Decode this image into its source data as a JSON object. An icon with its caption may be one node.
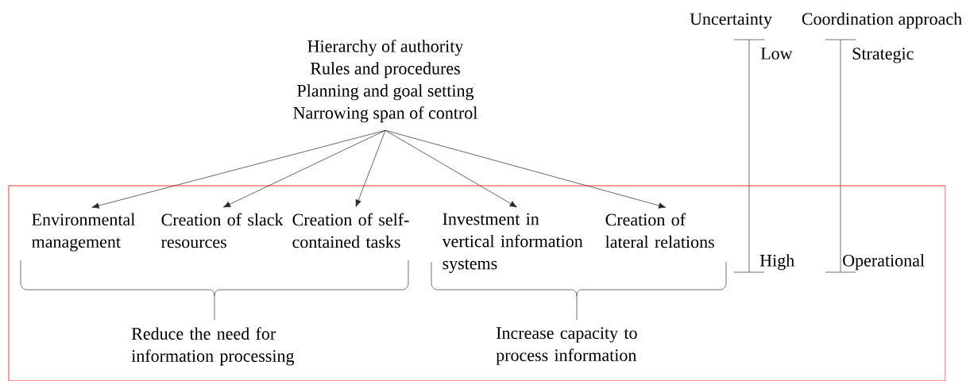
{
  "diagram": {
    "nodes": [
      {
        "text": [],
        "shape": "box"
      },
      {
        "text": [
          "Hierarchy of authority",
          "Rules and procedures",
          "Planning and goal setting",
          "Narrowing span of control"
        ]
      },
      {
        "text": [
          "Environmental management"
        ],
        "in": 0
      },
      {
        "text": [
          "Creation of slack resources"
        ],
        "in": 0
      },
      {
        "text": [
          "Creation of self-contained tasks"
        ],
        "in": 0
      },
      {
        "text": [
          "Investment in vertical information systems"
        ],
        "in": 0
      },
      {
        "text": [
          "Creation of lateral relations"
        ],
        "in": 0
      }
    ],
    "edges": [
      {
        "from": 1,
        "to": 2,
        "arrow": "to"
      },
      {
        "from": 1,
        "to": 3,
        "arrow": "to"
      },
      {
        "from": 1,
        "to": 4,
        "arrow": "to"
      },
      {
        "from": 1,
        "to": 5,
        "arrow": "to"
      },
      {
        "from": 1,
        "to": 6,
        "arrow": "to"
      }
    ],
    "labels": [
      "Uncertainty",
      "Coordination approach",
      "Low",
      "Strategic",
      "High",
      "Operational",
      "Reduce the need for information processing",
      "Increase capacity to process information"
    ]
  }
}
